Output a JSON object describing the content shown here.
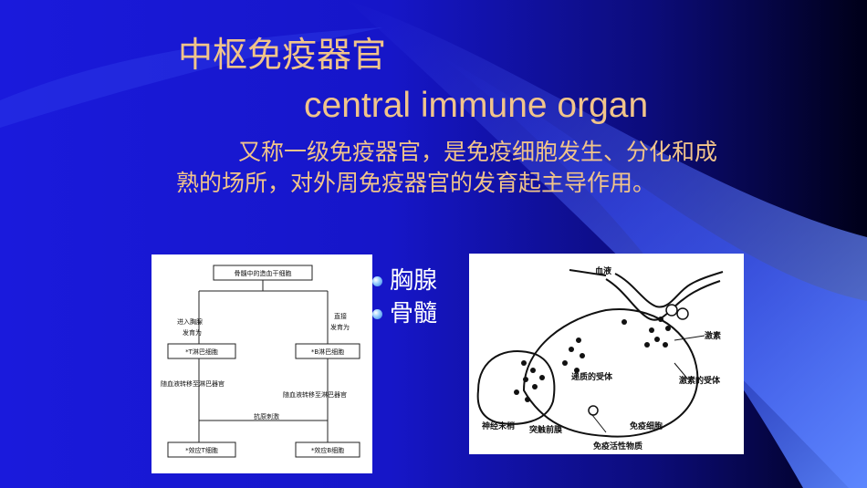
{
  "slide": {
    "title": "中枢免疫器官",
    "subtitle": "central immune organ",
    "body_text": "又称一级免疫器官，是免疫细胞发生、分化和成熟的场所，对外周免疫器官的发育起主导作用。",
    "bullets": [
      "胸腺",
      "骨髓"
    ]
  },
  "flowchart": {
    "top": "骨髓中的造血干细胞",
    "left_branch": "进入胸腺",
    "left_branch_2": "发育为",
    "right_branch": "直接",
    "right_branch_2": "发育为",
    "t_cell": "*T淋巴细胞",
    "b_cell": "*B淋巴细胞",
    "left_migrate": "随血液转移至淋巴器官",
    "right_migrate": "随血液转移至淋巴器官",
    "antigen": "抗原刺激",
    "t_effector": "*效应T细胞",
    "b_effector": "*效应B细胞"
  },
  "synapse_diagram": {
    "blood": "血液",
    "hormone": "激素",
    "transmitter_receptor": "递质的受体",
    "hormone_receptor": "激素的受体",
    "nerve_ending": "神经末梢",
    "presynaptic_membrane": "突触前膜",
    "immune_cell": "免疫细胞",
    "immune_active_substance": "免疫活性物质"
  },
  "colors": {
    "title_text": "#f1c48a",
    "bullet_text": "#ffffff",
    "background_blue": "#1a1adc",
    "background_dark": "#000018"
  }
}
